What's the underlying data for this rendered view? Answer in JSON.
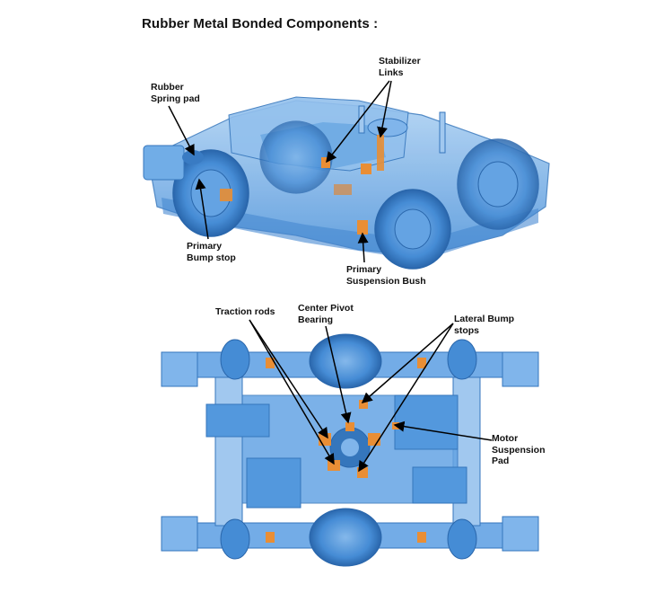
{
  "title": "Rubber Metal Bonded Components :",
  "colors": {
    "body": "#4f98de",
    "body_dark": "#2b6fb9",
    "body_light": "#9cc6ef",
    "component": "#e8892b",
    "arrow": "#000000"
  },
  "top_view": {
    "labels": {
      "rubber_spring_pad": [
        "Rubber",
        "Spring pad"
      ],
      "stabilizer_links": [
        "Stabilizer",
        "Links"
      ],
      "primary_bump_stop": [
        "Primary",
        "Bump stop"
      ],
      "primary_suspension_bush": [
        "Primary",
        "Suspension Bush"
      ]
    }
  },
  "bottom_view": {
    "labels": {
      "traction_rods": [
        "Traction rods"
      ],
      "center_pivot_bearing": [
        "Center Pivot",
        "Bearing"
      ],
      "lateral_bump_stops": [
        "Lateral Bump",
        "stops"
      ],
      "motor_suspension_pad": [
        "Motor",
        "Suspension",
        "Pad"
      ]
    }
  }
}
